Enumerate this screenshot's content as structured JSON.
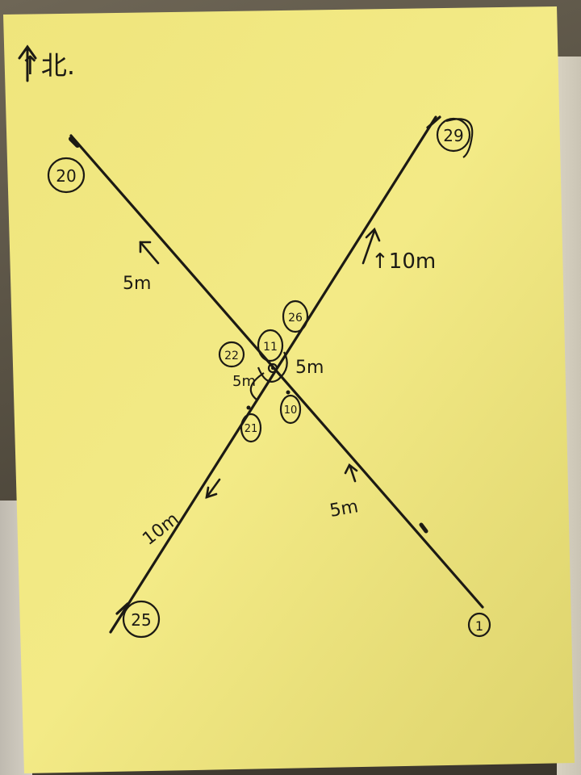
{
  "note": {
    "north_label": "↑北.",
    "length_labels": {
      "nw_outer": "5m",
      "ne_outer": "↑10m",
      "center_right": "5m",
      "center_left": "5m",
      "sw_outer": "10m",
      "se_outer": "5m"
    },
    "point_labels": {
      "nw_end": "20",
      "ne_end": "29",
      "sw_end": "25",
      "se_end": "1",
      "center_top": "11",
      "center_left": "22",
      "center_ne": "26",
      "center_sw": "21",
      "center_se": "10"
    }
  },
  "colors": {
    "paper": "#f2e87a",
    "ink": "#1c1a14"
  },
  "icons": [
    "north-arrow-icon",
    "direction-arrow-icon"
  ]
}
